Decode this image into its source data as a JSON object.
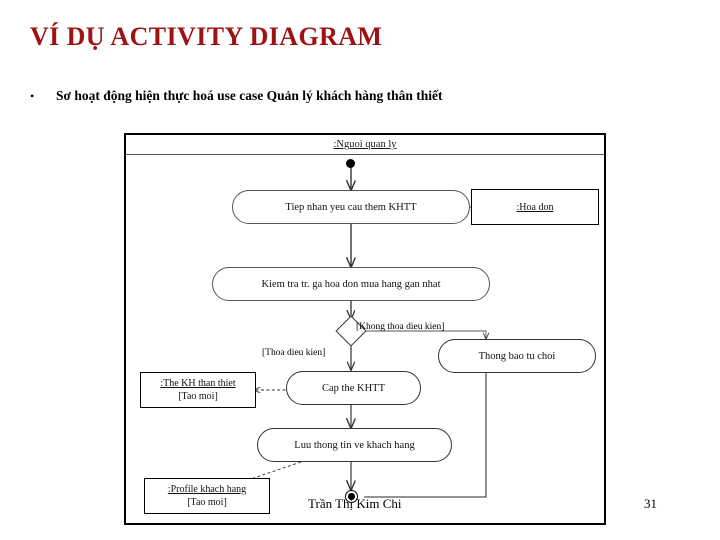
{
  "slide": {
    "title": "VÍ DỤ ACTIVITY DIAGRAM",
    "bullet_marker": "•",
    "bullet_text": "Sơ hoạt động hiện thực hoá use case Quản lý khách hàng thân thiết",
    "author": "Trần Thị Kim Chi",
    "page_number": "31",
    "title_color": "#9e1215"
  },
  "diagram": {
    "lane_title": ":Nguoi quan ly",
    "nodes": {
      "start": "start-node",
      "activity1": "Tiep nhan yeu cau them KHTT",
      "activity2": "Kiem tra tr. ga hoa don mua hang gan nhat",
      "decision": "decision-diamond",
      "activity3": "Thong bao tu choi",
      "activity4": "Cap the KHTT",
      "activity5": "Luu thong tin ve khach hang",
      "end": "end-node"
    },
    "guards": {
      "fail": "[Khong thoa dieu kien]",
      "pass": "[Thoa dieu kien]"
    },
    "objects": [
      {
        "name": ":Hoa don",
        "state": ""
      },
      {
        "name": ":The KH than thiet",
        "state": "[Tao moi]"
      },
      {
        "name": ":Profile khach hang",
        "state": "[Tao moi]"
      }
    ]
  }
}
